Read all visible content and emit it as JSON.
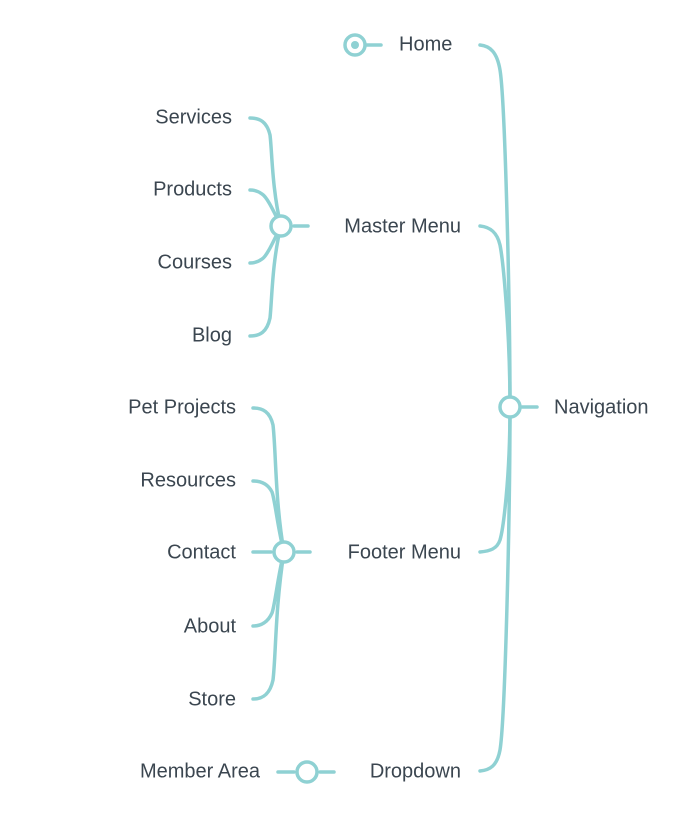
{
  "colors": {
    "accent": "#8fd1d3",
    "text": "#3b4650"
  },
  "tree": {
    "root": "Navigation",
    "home": "Home",
    "master_menu": {
      "label": "Master Menu",
      "children": [
        "Services",
        "Products",
        "Courses",
        "Blog"
      ]
    },
    "footer_menu": {
      "label": "Footer Menu",
      "children": [
        "Pet Projects",
        "Resources",
        "Contact",
        "About",
        "Store"
      ]
    },
    "dropdown": {
      "label": "Dropdown",
      "children": [
        "Member Area"
      ]
    }
  }
}
